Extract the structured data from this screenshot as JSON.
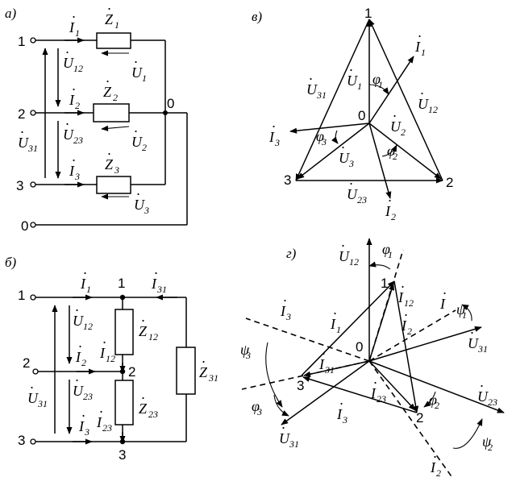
{
  "panels": {
    "a": "а)",
    "b": "б)",
    "v": "в)",
    "g": "г)"
  },
  "nodes": {
    "n1": "1",
    "n2": "2",
    "n3": "3",
    "n0": "0"
  },
  "symbols": {
    "I": "I",
    "U": "U",
    "Z": "Z",
    "phi": "φ",
    "psi": "ψ",
    "dot": "·"
  },
  "subs": {
    "s1": "1",
    "s2": "2",
    "s3": "3",
    "s12": "12",
    "s23": "23",
    "s31": "31"
  },
  "colors": {
    "ink": "#000000",
    "paper": "#ffffff"
  }
}
